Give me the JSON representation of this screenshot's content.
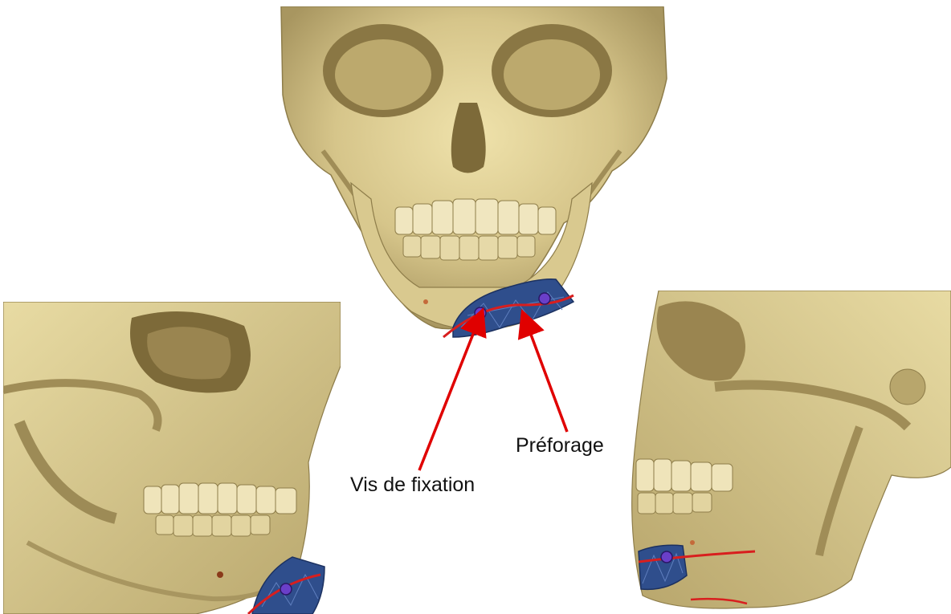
{
  "annotations": {
    "screw_label": "Vis de fixation",
    "predrill_label": "Préforage"
  },
  "views": [
    {
      "name": "frontal"
    },
    {
      "name": "oblique-left"
    },
    {
      "name": "lateral-right"
    }
  ],
  "colors": {
    "bone": "#d9c98f",
    "bone_shadow": "#a89660",
    "bone_dark": "#6d5f34",
    "implant": "#2f4e8c",
    "screw": "#6a3fc9",
    "guide_line": "#d81e1e",
    "arrow": "#e00000"
  },
  "icons": [
    "skull-frontal-render",
    "skull-oblique-render",
    "skull-lateral-render",
    "red-arrow"
  ]
}
